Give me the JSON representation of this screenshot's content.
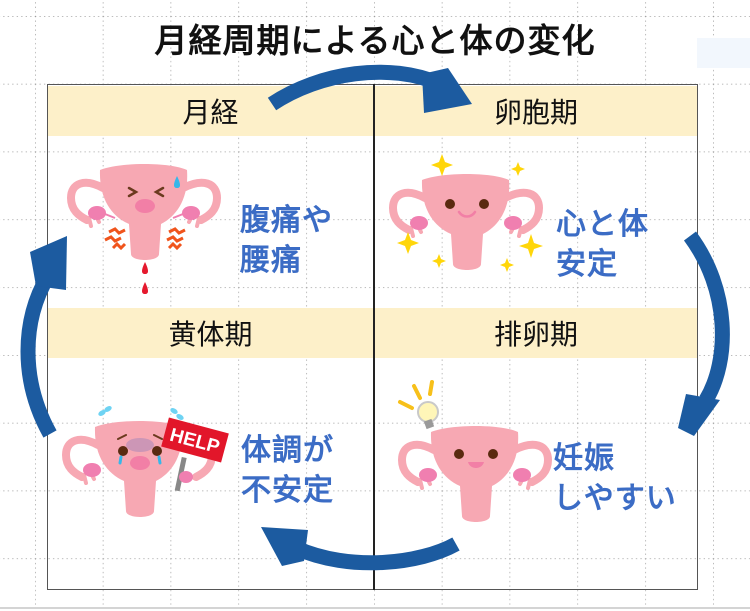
{
  "title": "月経周期による心と体の変化",
  "colors": {
    "arrow": "#1c5ba0",
    "header_band": "#fdf0c9",
    "description_text": "#3b6cc5",
    "uterus_body": "#f7a8b3",
    "ovary": "#f07fb0",
    "grid": "#9a9a9a"
  },
  "phases": [
    {
      "id": "menstruation",
      "label": "月経",
      "description_lines": [
        "腹痛や",
        "腰痛"
      ],
      "character": {
        "expression": "pained",
        "extras": [
          "sweat-drop",
          "pain-marks",
          "blood-drops"
        ]
      }
    },
    {
      "id": "follicular",
      "label": "卵胞期",
      "description_lines": [
        "心と体",
        "安定"
      ],
      "character": {
        "expression": "smiling",
        "extras": [
          "sparkles"
        ]
      }
    },
    {
      "id": "luteal",
      "label": "黄体期",
      "description_lines": [
        "体調が",
        "不安定"
      ],
      "character": {
        "expression": "crying",
        "extras": [
          "help-sign",
          "sweat-drops"
        ],
        "sign_text": "HELP"
      }
    },
    {
      "id": "ovulation",
      "label": "排卵期",
      "description_lines": [
        "妊娠",
        "しやすい"
      ],
      "character": {
        "expression": "happy",
        "extras": [
          "lightbulb"
        ]
      }
    }
  ],
  "cycle_arrows": [
    {
      "from": "月経",
      "to": "卵胞期",
      "direction": "clockwise"
    },
    {
      "from": "卵胞期",
      "to": "排卵期",
      "direction": "clockwise"
    },
    {
      "from": "排卵期",
      "to": "黄体期",
      "direction": "clockwise"
    },
    {
      "from": "黄体期",
      "to": "月経",
      "direction": "clockwise"
    }
  ]
}
